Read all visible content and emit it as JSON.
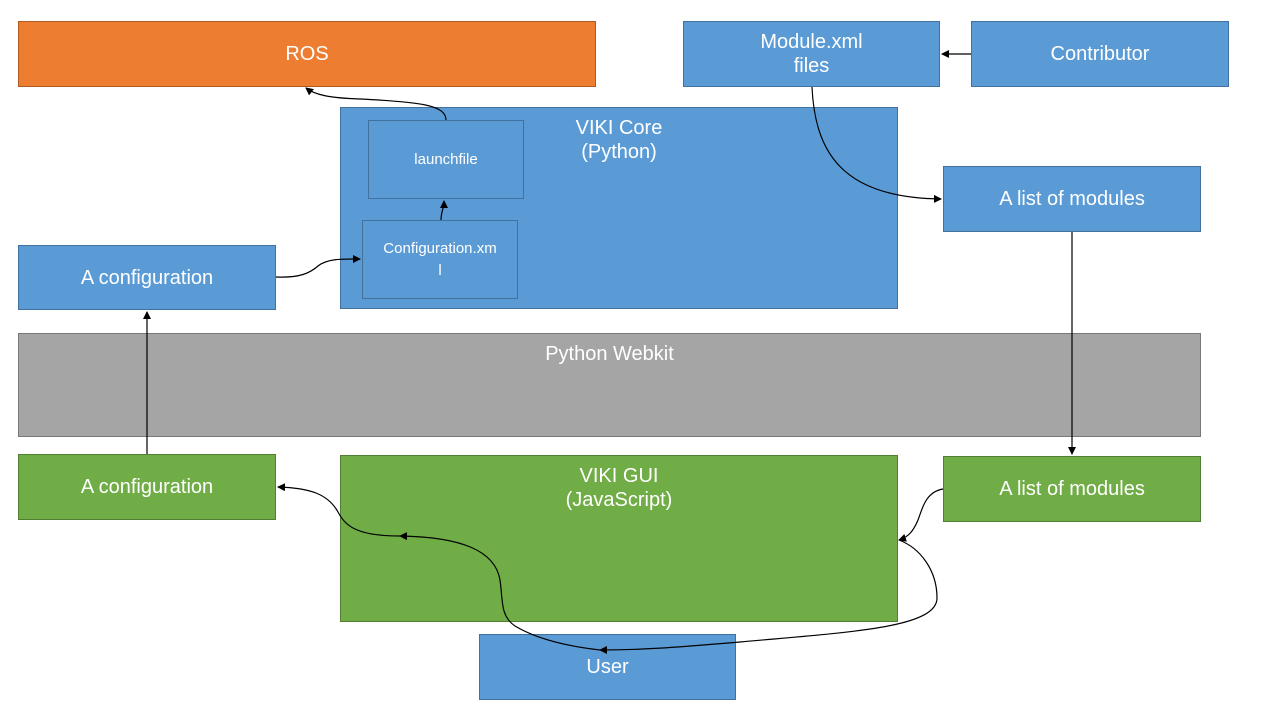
{
  "boxes": {
    "ros": "ROS",
    "module_xml": "Module.xml\nfiles",
    "contributor": "Contributor",
    "viki_core": "VIKI Core\n(Python)",
    "launchfile": "launchfile",
    "configuration_xml": "Configuration.xm\nl",
    "list_modules_top": "A list of modules",
    "configuration_top": "A configuration",
    "python_webkit": "Python Webkit",
    "configuration_bottom": "A configuration",
    "viki_gui": "VIKI GUI\n(JavaScript)",
    "list_modules_bottom": "A list of modules",
    "user": "User"
  },
  "colors": {
    "blue": "#5b9bd5",
    "orange": "#ed7d31",
    "green": "#70ad47",
    "gray": "#a5a5a5"
  }
}
